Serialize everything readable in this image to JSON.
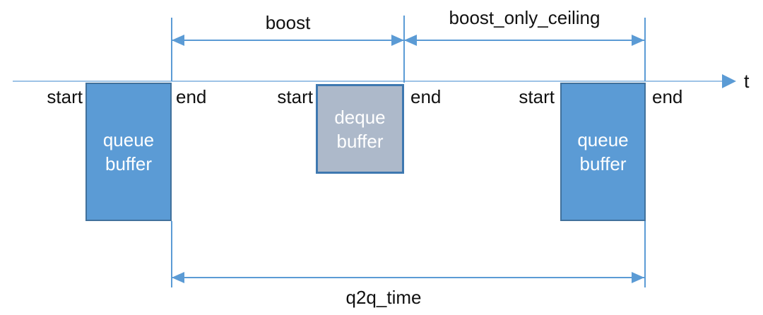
{
  "diagram": {
    "timeline_label": "t",
    "dimension_labels": {
      "boost": "boost",
      "boost_only_ceiling": "boost_only_ceiling",
      "q2q_time": "q2q_time"
    },
    "markers": [
      "start",
      "end",
      "start",
      "end",
      "start",
      "end"
    ],
    "boxes": [
      {
        "line1": "queue",
        "line2": "buffer"
      },
      {
        "line1": "deque",
        "line2": "buffer"
      },
      {
        "line1": "queue",
        "line2": "buffer"
      }
    ],
    "colors": {
      "queue_box_fill": "#5b9bd5",
      "queue_box_border": "#41719c",
      "deque_box_fill": "#adb9ca",
      "deque_box_border": "#3e78b0",
      "arrow": "#5b9bd5",
      "axis_line": "#9dc3e6",
      "text": "#111111"
    }
  }
}
